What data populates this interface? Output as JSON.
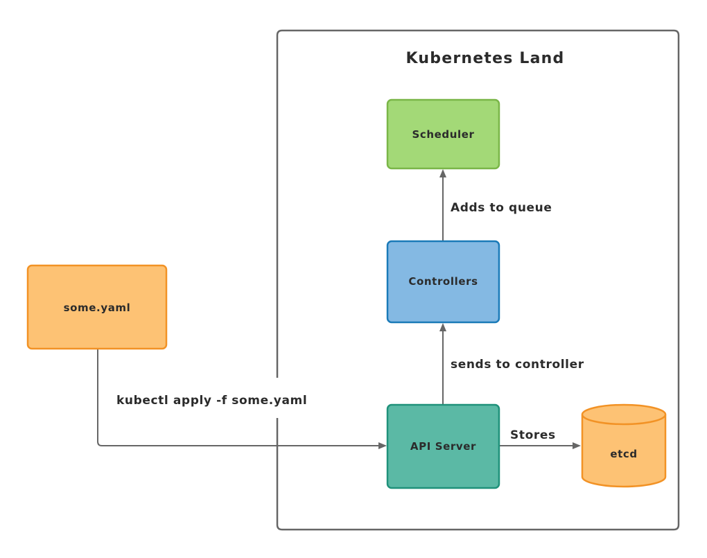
{
  "diagram": {
    "container": {
      "title": "Kubernetes Land",
      "stroke": "#666666"
    },
    "nodes": {
      "scheduler": {
        "label": "Scheduler",
        "fill": "#a3d977",
        "stroke": "#7ab648"
      },
      "controllers": {
        "label": "Controllers",
        "fill": "#84b9e3",
        "stroke": "#1a7ab8"
      },
      "api_server": {
        "label": "API Server",
        "fill": "#5bb9a5",
        "stroke": "#1f917a"
      },
      "etcd": {
        "label": "etcd",
        "shape": "cylinder",
        "fill": "#fdc274",
        "stroke": "#f29225"
      },
      "some_yaml": {
        "label": "some.yaml",
        "fill": "#fdc274",
        "stroke": "#f29225"
      }
    },
    "edges": [
      {
        "from": "some_yaml",
        "to": "api_server",
        "label": "kubectl apply -f some.yaml"
      },
      {
        "from": "api_server",
        "to": "etcd",
        "label": "Stores"
      },
      {
        "from": "api_server",
        "to": "controllers",
        "label": "sends to controller"
      },
      {
        "from": "controllers",
        "to": "scheduler",
        "label": "Adds to queue"
      }
    ],
    "edge_color": "#666666"
  }
}
